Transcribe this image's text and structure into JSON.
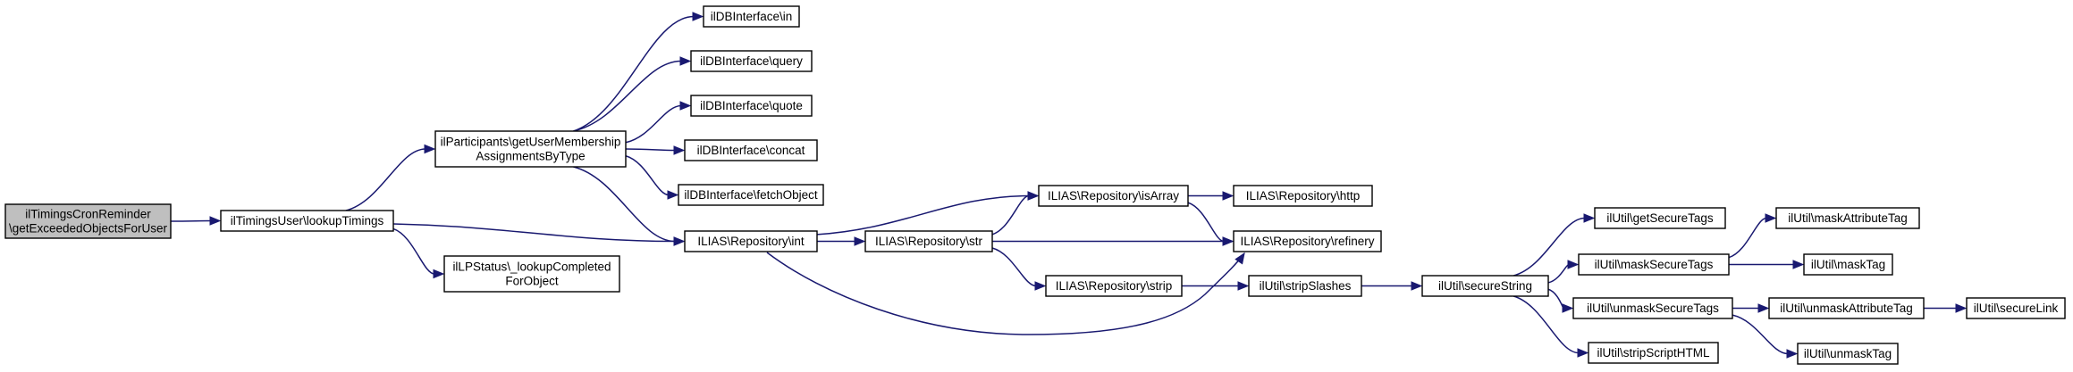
{
  "colors": {
    "edge": "#191970",
    "root_fill": "#bfbfbf",
    "node_fill": "#ffffff",
    "border": "#000000"
  },
  "nodes": [
    {
      "id": "root",
      "lines": [
        "ilTimingsCronReminder",
        "\\getExceededObjectsForUser"
      ]
    },
    {
      "id": "lookupTimings",
      "lines": [
        "ilTimingsUser\\lookupTimings"
      ]
    },
    {
      "id": "getUserMembership",
      "lines": [
        "ilParticipants\\getUserMembership",
        "AssignmentsByType"
      ]
    },
    {
      "id": "lookupCompleted",
      "lines": [
        "ilLPStatus\\_lookupCompleted",
        "ForObject"
      ]
    },
    {
      "id": "db_in",
      "lines": [
        "ilDBInterface\\in"
      ]
    },
    {
      "id": "db_query",
      "lines": [
        "ilDBInterface\\query"
      ]
    },
    {
      "id": "db_quote",
      "lines": [
        "ilDBInterface\\quote"
      ]
    },
    {
      "id": "db_concat",
      "lines": [
        "ilDBInterface\\concat"
      ]
    },
    {
      "id": "db_fetchObject",
      "lines": [
        "ilDBInterface\\fetchObject"
      ]
    },
    {
      "id": "repo_int",
      "lines": [
        "ILIAS\\Repository\\int"
      ]
    },
    {
      "id": "repo_str",
      "lines": [
        "ILIAS\\Repository\\str"
      ]
    },
    {
      "id": "repo_isArray",
      "lines": [
        "ILIAS\\Repository\\isArray"
      ]
    },
    {
      "id": "repo_strip",
      "lines": [
        "ILIAS\\Repository\\strip"
      ]
    },
    {
      "id": "repo_http",
      "lines": [
        "ILIAS\\Repository\\http"
      ]
    },
    {
      "id": "repo_refinery",
      "lines": [
        "ILIAS\\Repository\\refinery"
      ]
    },
    {
      "id": "util_stripSlashes",
      "lines": [
        "ilUtil\\stripSlashes"
      ]
    },
    {
      "id": "util_secureString",
      "lines": [
        "ilUtil\\secureString"
      ]
    },
    {
      "id": "util_getSecureTags",
      "lines": [
        "ilUtil\\getSecureTags"
      ]
    },
    {
      "id": "util_maskSecureTags",
      "lines": [
        "ilUtil\\maskSecureTags"
      ]
    },
    {
      "id": "util_unmaskSecureTags",
      "lines": [
        "ilUtil\\unmaskSecureTags"
      ]
    },
    {
      "id": "util_stripScriptHTML",
      "lines": [
        "ilUtil\\stripScriptHTML"
      ]
    },
    {
      "id": "util_maskAttributeTag",
      "lines": [
        "ilUtil\\maskAttributeTag"
      ]
    },
    {
      "id": "util_maskTag",
      "lines": [
        "ilUtil\\maskTag"
      ]
    },
    {
      "id": "util_unmaskAttributeTag",
      "lines": [
        "ilUtil\\unmaskAttributeTag"
      ]
    },
    {
      "id": "util_unmaskTag",
      "lines": [
        "ilUtil\\unmaskTag"
      ]
    },
    {
      "id": "util_secureLink",
      "lines": [
        "ilUtil\\secureLink"
      ]
    }
  ],
  "edges": [
    [
      "root",
      "lookupTimings"
    ],
    [
      "lookupTimings",
      "getUserMembership"
    ],
    [
      "lookupTimings",
      "repo_int"
    ],
    [
      "lookupTimings",
      "lookupCompleted"
    ],
    [
      "getUserMembership",
      "db_in"
    ],
    [
      "getUserMembership",
      "db_query"
    ],
    [
      "getUserMembership",
      "db_quote"
    ],
    [
      "getUserMembership",
      "db_concat"
    ],
    [
      "getUserMembership",
      "db_fetchObject"
    ],
    [
      "getUserMembership",
      "repo_int"
    ],
    [
      "repo_int",
      "repo_isArray"
    ],
    [
      "repo_int",
      "repo_str"
    ],
    [
      "repo_int",
      "repo_refinery"
    ],
    [
      "repo_str",
      "repo_isArray"
    ],
    [
      "repo_str",
      "repo_refinery"
    ],
    [
      "repo_str",
      "repo_strip"
    ],
    [
      "repo_isArray",
      "repo_http"
    ],
    [
      "repo_isArray",
      "repo_refinery"
    ],
    [
      "repo_strip",
      "util_stripSlashes"
    ],
    [
      "util_stripSlashes",
      "util_secureString"
    ],
    [
      "util_secureString",
      "util_getSecureTags"
    ],
    [
      "util_secureString",
      "util_maskSecureTags"
    ],
    [
      "util_secureString",
      "util_unmaskSecureTags"
    ],
    [
      "util_secureString",
      "util_stripScriptHTML"
    ],
    [
      "util_maskSecureTags",
      "util_maskAttributeTag"
    ],
    [
      "util_maskSecureTags",
      "util_maskTag"
    ],
    [
      "util_unmaskSecureTags",
      "util_unmaskAttributeTag"
    ],
    [
      "util_unmaskSecureTags",
      "util_unmaskTag"
    ],
    [
      "util_unmaskAttributeTag",
      "util_secureLink"
    ]
  ]
}
